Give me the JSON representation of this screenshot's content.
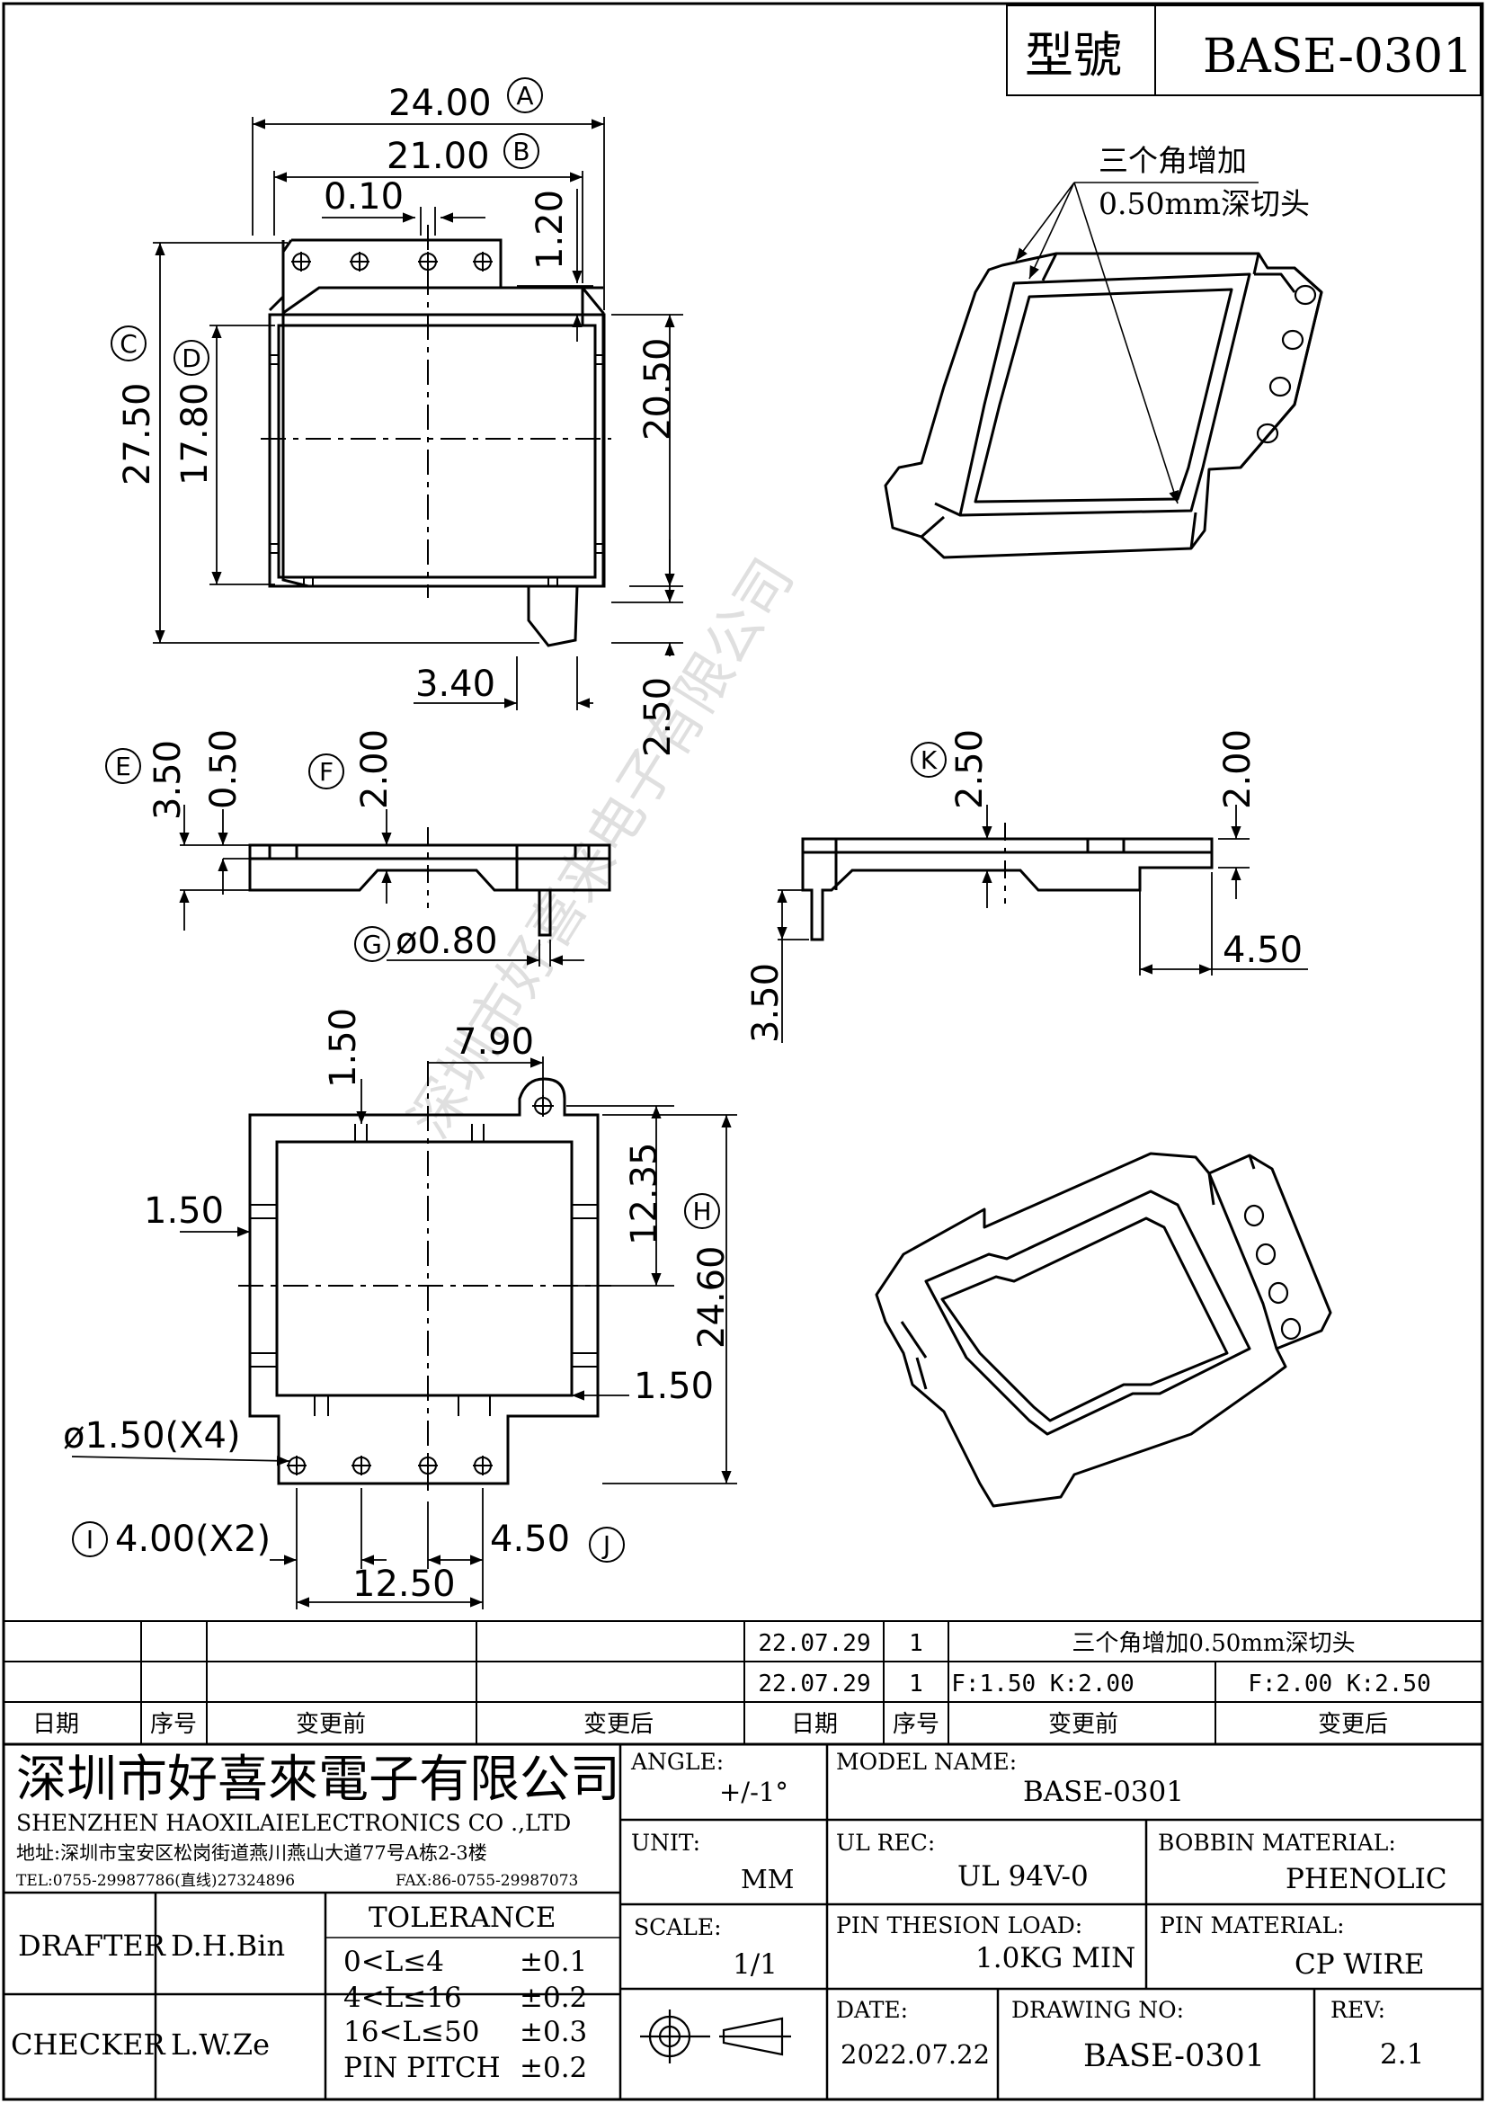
{
  "header": {
    "model_label": "型號",
    "model_value": "BASE-0301"
  },
  "note": {
    "line1": "三个角增加",
    "line2": "0.50mm深切头"
  },
  "dims": {
    "d24": "24.00",
    "d21": "21.00",
    "d010": "0.10",
    "d120": "1.20",
    "d2750": "27.50",
    "d1780": "17.80",
    "d2050": "20.50",
    "d340": "3.40",
    "d250": "2.50",
    "d350a": "3.50",
    "d050": "0.50",
    "d200a": "2.00",
    "dpin": "ø0.80",
    "d250k": "2.50",
    "d200b": "2.00",
    "d450a": "4.50",
    "d350b": "3.50",
    "d150a": "1.50",
    "d790": "7.90",
    "d1235": "12.35",
    "d150b": "1.50",
    "d2460": "24.60",
    "d150c": "1.50",
    "dhole": "ø1.50(X4)",
    "d400": "4.00(X2)",
    "d450b": "4.50",
    "d1250": "12.50"
  },
  "callouts": {
    "A": "A",
    "B": "B",
    "C": "C",
    "D": "D",
    "E": "E",
    "F": "F",
    "G": "G",
    "H": "H",
    "I": "I",
    "J": "J",
    "K": "K"
  },
  "revisions": [
    {
      "date": "22.07.29",
      "seq": "1",
      "after_text": "三个角增加0.50mm深切头"
    },
    {
      "date": "22.07.29",
      "seq": "1",
      "before_text": "F:1.50 K:2.00",
      "after_text": "F:2.00 K:2.50"
    }
  ],
  "revision_header": {
    "date": "日期",
    "seq": "序号",
    "before": "变更前",
    "after": "变更后"
  },
  "company": {
    "name_cn": "深圳市好喜來電子有限公司",
    "name_en": "SHENZHEN HAOXILAIELECTRONICS CO .,LTD",
    "address": "地址:深圳市宝安区松岗街道燕川燕山大道77号A栋2-3楼",
    "tel": "TEL:0755-29987786(直线)27324896",
    "fax": "FAX:86-0755-29987073"
  },
  "titleblock": {
    "angle_label": "ANGLE:",
    "angle_value": "+/-1°",
    "model_name_label": "MODEL NAME:",
    "model_name_value": "BASE-0301",
    "unit_label": "UNIT:",
    "unit_value": "MM",
    "ul_label": "UL REC:",
    "ul_value": "UL 94V-0",
    "bobbin_label": "BOBBIN MATERIAL:",
    "bobbin_value": "PHENOLIC",
    "scale_label": "SCALE:",
    "scale_value": "1/1",
    "pin_load_label": "PIN THESION LOAD:",
    "pin_load_value": "1.0KG MIN",
    "pin_mat_label": "PIN MATERIAL:",
    "pin_mat_value": "CP  WIRE",
    "date_label": "DATE:",
    "date_value": "2022.07.22",
    "drawing_label": "DRAWING NO:",
    "drawing_value": "BASE-0301",
    "rev_label": "REV:",
    "rev_value": "2.1",
    "drafter_label": "DRAFTER",
    "drafter_value": "D.H.Bin",
    "checker_label": "CHECKER",
    "checker_value": "L.W.Ze"
  },
  "tolerance": {
    "title": "TOLERANCE",
    "rows": [
      {
        "range": "0<L≤4",
        "tol": "±0.1"
      },
      {
        "range": "4<L≤16",
        "tol": "±0.2"
      },
      {
        "range": "16<L≤50",
        "tol": "±0.3"
      },
      {
        "range": "PIN PITCH",
        "tol": "±0.2"
      }
    ]
  },
  "watermark": "深圳市好喜来电子有限公司"
}
